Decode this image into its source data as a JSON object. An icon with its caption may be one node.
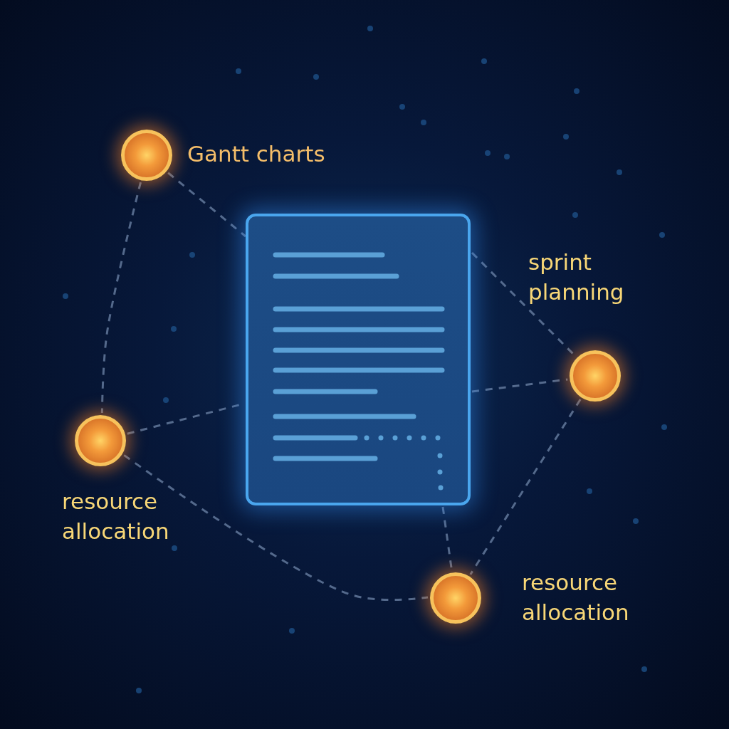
{
  "diagram": {
    "nodes": [
      {
        "text": [],
        "shape": "box"
      },
      {
        "text": [],
        "shape": "circle",
        "beside": [
          "Gantt charts"
        ]
      },
      {
        "text": [],
        "shape": "circle",
        "beside": [
          "sprint planning"
        ]
      },
      {
        "text": [],
        "shape": "circle",
        "beside": [
          "resource allocation"
        ]
      },
      {
        "text": [],
        "shape": "circle",
        "beside": [
          "resource allocation"
        ]
      }
    ],
    "edges": [
      {
        "from": 1,
        "to": 0,
        "arrow": "none"
      },
      {
        "from": 1,
        "to": 3,
        "arrow": "none"
      },
      {
        "from": 0,
        "to": 2,
        "arrow": "none"
      },
      {
        "from": 0,
        "to": 2,
        "arrow": "none"
      },
      {
        "from": 3,
        "to": 0,
        "arrow": "none"
      },
      {
        "from": 3,
        "to": 4,
        "arrow": "none"
      },
      {
        "from": 0,
        "to": 4,
        "arrow": "none"
      },
      {
        "from": 2,
        "to": 4,
        "arrow": "none"
      }
    ]
  }
}
